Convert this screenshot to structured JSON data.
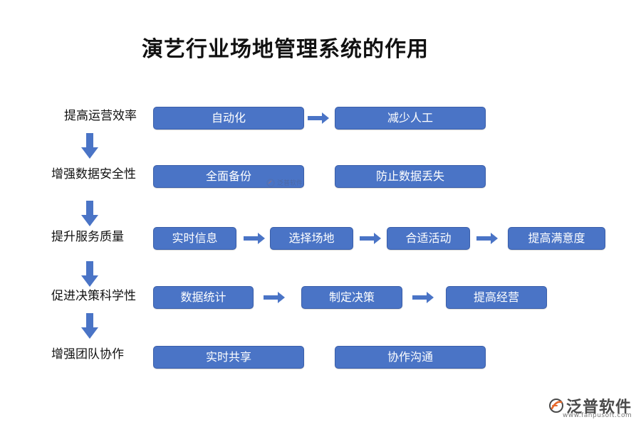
{
  "title": "演艺行业场地管理系统的作用",
  "rows": [
    {
      "label": "提高运营效率",
      "steps": [
        "自动化",
        "减少人工"
      ]
    },
    {
      "label": "增强数据安全性",
      "steps": [
        "全面备份",
        "防止数据丢失"
      ]
    },
    {
      "label": "提升服务质量",
      "steps": [
        "实时信息",
        "选择场地",
        "合适活动",
        "提高满意度"
      ]
    },
    {
      "label": "促进决策科学性",
      "steps": [
        "数据统计",
        "制定决策",
        "提高经营"
      ]
    },
    {
      "label": "增强团队协作",
      "steps": [
        "实时共享",
        "协作沟通"
      ]
    }
  ],
  "brand": {
    "name": "泛普软件",
    "url": "www.fanpusoft.com"
  },
  "watermark": "泛普软件",
  "colors": {
    "box": "#4a74c6",
    "arrow": "#4a74c6",
    "brand_logo": "#e8692b"
  }
}
